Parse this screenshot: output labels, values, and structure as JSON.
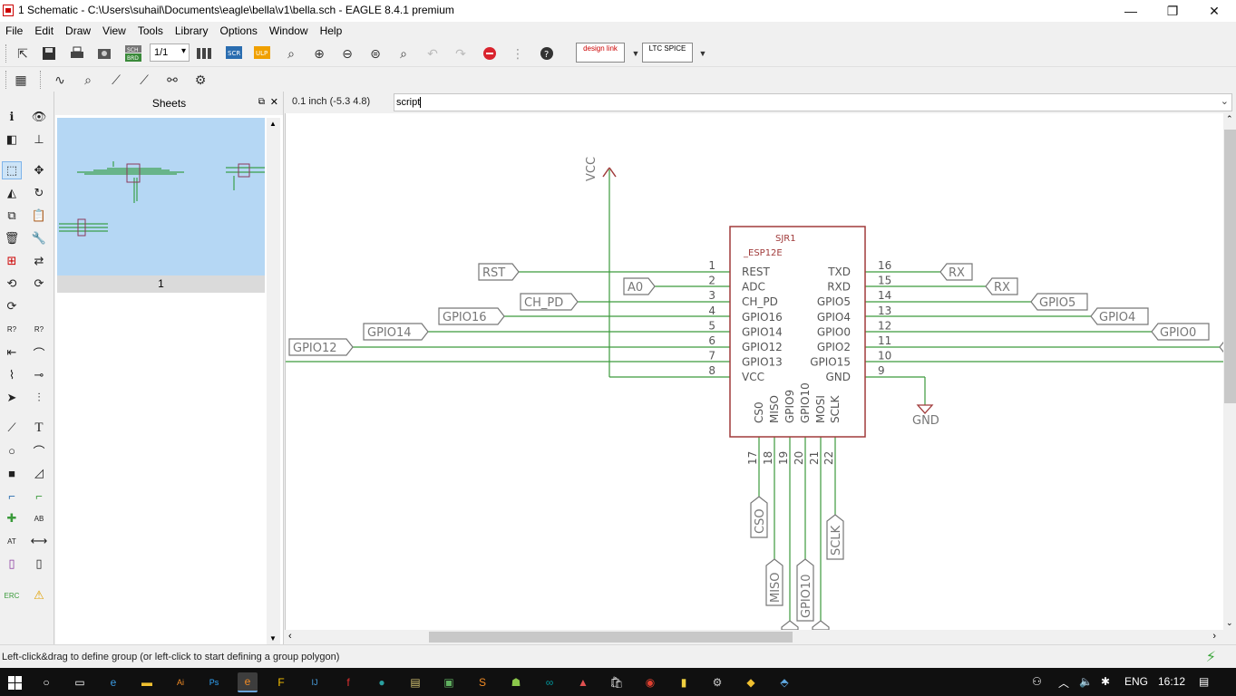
{
  "window": {
    "title": "1 Schematic - C:\\Users\\suhail\\Documents\\eagle\\bella\\v1\\bella.sch - EAGLE 8.4.1 premium",
    "minimize_glyph": "—",
    "restore_glyph": "❐",
    "close_glyph": "✕"
  },
  "menu": [
    "File",
    "Edit",
    "Draw",
    "View",
    "Tools",
    "Library",
    "Options",
    "Window",
    "Help"
  ],
  "toolbar": {
    "sheet_select": "1/1",
    "design_link_label": "design link",
    "ltc_label": "LTC SPICE",
    "sch_brd": "SCH BRD"
  },
  "sheets_panel": {
    "title": "Sheets",
    "sheet_label": "1"
  },
  "editor": {
    "coordinates": "0.1 inch (-5.3 4.8)",
    "command_value": "script"
  },
  "schematic": {
    "part_name": "SJR1",
    "part_value": "_ESP12E",
    "supply_vcc": "VCC",
    "supply_gnd": "GND",
    "left_pins": [
      {
        "num": "1",
        "name": "REST"
      },
      {
        "num": "2",
        "name": "ADC"
      },
      {
        "num": "3",
        "name": "CH_PD"
      },
      {
        "num": "4",
        "name": "GPIO16"
      },
      {
        "num": "5",
        "name": "GPIO14"
      },
      {
        "num": "6",
        "name": "GPIO12"
      },
      {
        "num": "7",
        "name": "GPIO13"
      },
      {
        "num": "8",
        "name": "VCC"
      }
    ],
    "right_pins": [
      {
        "num": "16",
        "name": "TXD"
      },
      {
        "num": "15",
        "name": "RXD"
      },
      {
        "num": "14",
        "name": "GPIO5"
      },
      {
        "num": "13",
        "name": "GPIO4"
      },
      {
        "num": "12",
        "name": "GPIO0"
      },
      {
        "num": "11",
        "name": "GPIO2"
      },
      {
        "num": "10",
        "name": "GPIO15"
      },
      {
        "num": "9",
        "name": "GND"
      }
    ],
    "bottom_pins": [
      {
        "num": "17",
        "name": "CS0"
      },
      {
        "num": "18",
        "name": "MISO"
      },
      {
        "num": "19",
        "name": "GPIO9"
      },
      {
        "num": "20",
        "name": "GPIO10"
      },
      {
        "num": "21",
        "name": "MOSI"
      },
      {
        "num": "22",
        "name": "SCLK"
      }
    ],
    "left_labels": [
      "RST",
      "A0",
      "CH_PD",
      "GPIO16",
      "GPIO14",
      "GPIO12"
    ],
    "right_labels": [
      "RX",
      "RX",
      "GPIO5",
      "GPIO4",
      "GPIO0"
    ],
    "bottom_labels": [
      "CSO",
      "MISO",
      "GPIO10",
      "SCLK"
    ]
  },
  "status": {
    "message": "Left-click&drag to define group (or left-click to start defining a group polygon)"
  },
  "taskbar": {
    "language": "ENG",
    "time": "16:12"
  },
  "colors": {
    "wire": "#3c9a3c",
    "symbol": "#a03a3a",
    "text": "#555555",
    "sheet_thumb": "#b5d7f4"
  }
}
